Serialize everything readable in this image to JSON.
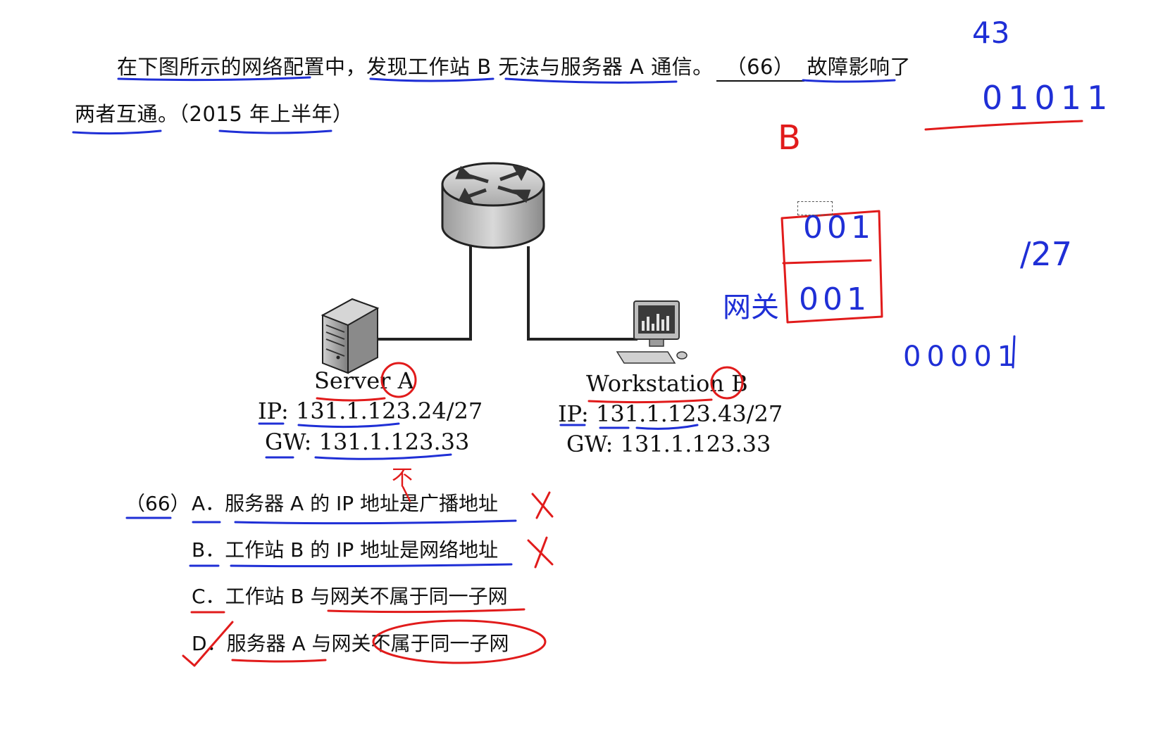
{
  "question": {
    "line1_prefix": "在下图所示的网络配置中，发现工作站 B 无法与服务器 A 通信。",
    "blank": "（66）",
    "line1_suffix": "故障影响了",
    "line2": "两者互通。（2015 年上半年）"
  },
  "diagram": {
    "server": {
      "name": "Server A",
      "ip": "IP: 131.1.123.24/27",
      "gw": "GW: 131.1.123.33"
    },
    "workstation": {
      "name": "Workstation B",
      "ip": "IP: 131.1.123.43/27",
      "gw": "GW: 131.1.123.33"
    }
  },
  "options": {
    "number": "（66）",
    "items": [
      {
        "letter": "A．",
        "text": "服务器 A 的 IP 地址是广播地址"
      },
      {
        "letter": "B．",
        "text": "工作站 B 的 IP 地址是网络地址"
      },
      {
        "letter": "C．",
        "text": "工作站 B 与网关不属于同一子网"
      },
      {
        "letter": "D．",
        "text": "服务器 A 与网关不属于同一子网"
      }
    ]
  },
  "annotations": {
    "answer": "B",
    "bits_43": "43",
    "bits_43_binary": "01011",
    "box_top": "001",
    "gateway_label": "网关",
    "box_bottom": "001",
    "prefix": "/27",
    "bits_row": "00001",
    "server_note": "不"
  },
  "colors": {
    "ink_blue": "#1f2fd6",
    "ink_red": "#e11b1b",
    "text": "#111111"
  }
}
